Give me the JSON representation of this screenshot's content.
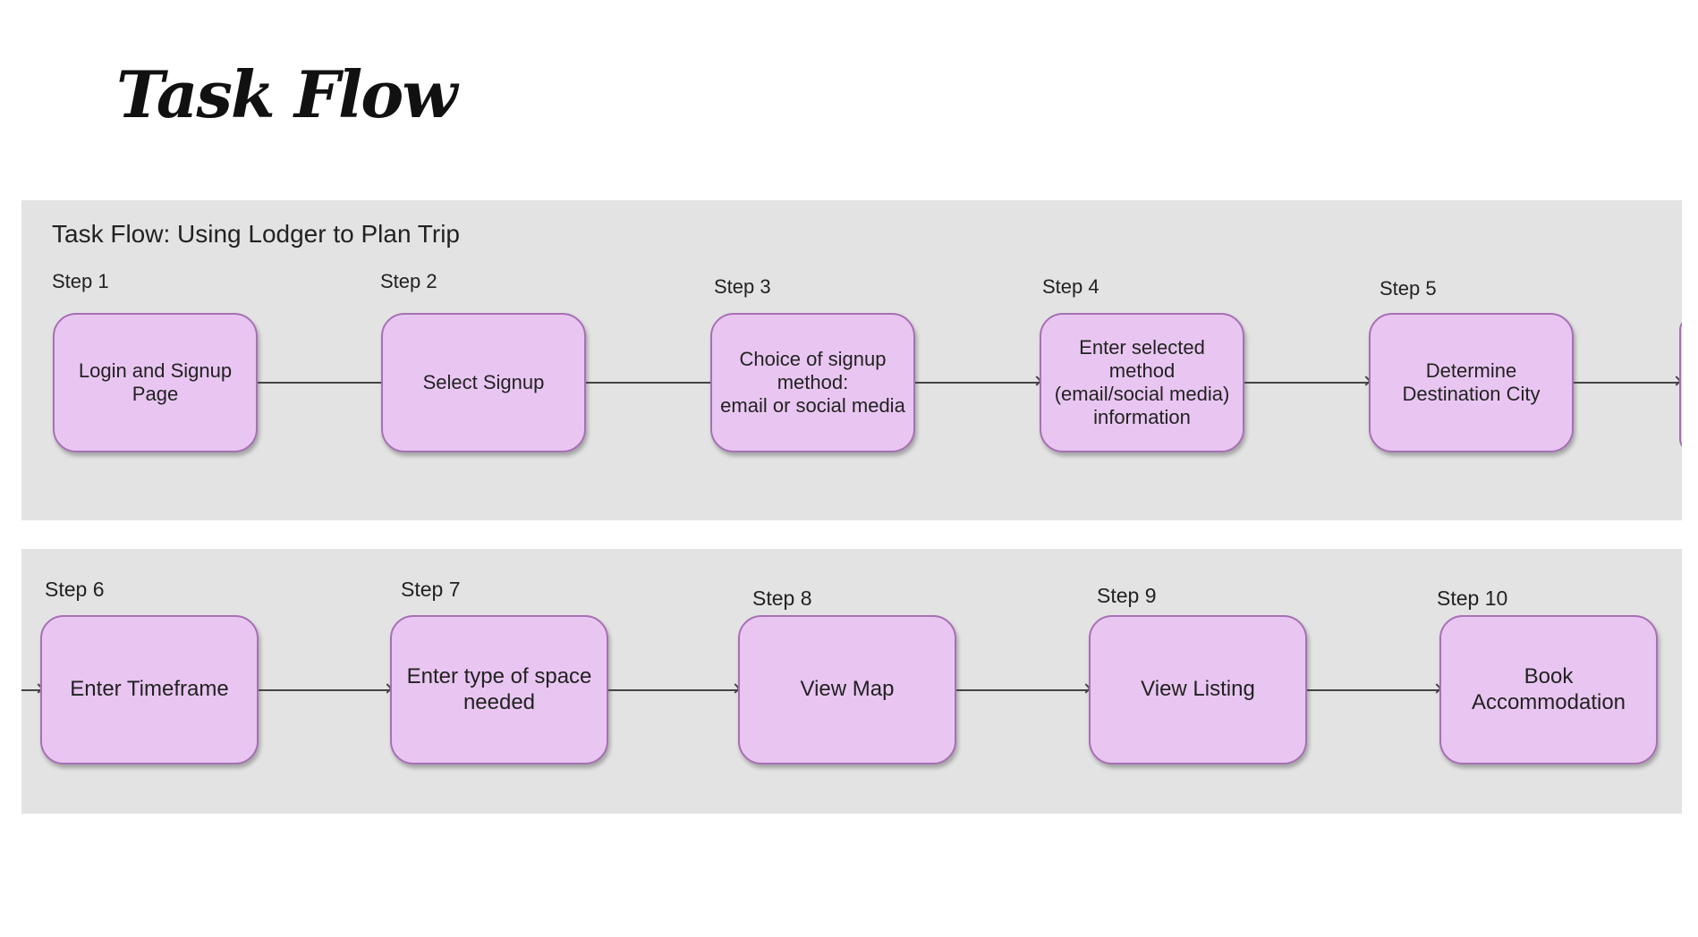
{
  "page": {
    "title": "Task Flow"
  },
  "diagram": {
    "title": "Task Flow: Using Lodger to Plan Trip",
    "steps": [
      {
        "label": "Step 1",
        "text": "Login and Signup\nPage"
      },
      {
        "label": "Step 2",
        "text": "Select Signup"
      },
      {
        "label": "Step 3",
        "text": "Choice of signup\nmethod:\nemail or social media"
      },
      {
        "label": "Step 4",
        "text": "Enter selected method\n(email/social media)\ninformation"
      },
      {
        "label": "Step 5",
        "text": "Determine\nDestination City"
      },
      {
        "label": "Step 6",
        "text": "Enter Timeframe"
      },
      {
        "label": "Step 7",
        "text": "Enter type of space\nneeded"
      },
      {
        "label": "Step 8",
        "text": "View Map"
      },
      {
        "label": "Step 9",
        "text": "View Listing"
      },
      {
        "label": "Step 10",
        "text": "Book\nAccommodation"
      }
    ]
  }
}
